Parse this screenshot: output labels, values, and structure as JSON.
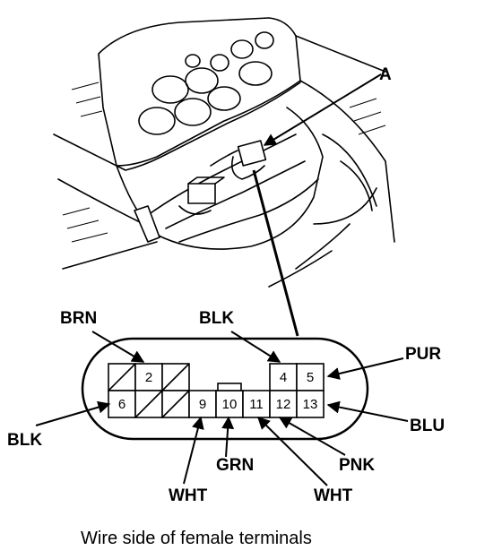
{
  "callout_a": "A",
  "connector": {
    "terminals": [
      {
        "num": "2"
      },
      {
        "num": "4"
      },
      {
        "num": "5"
      },
      {
        "num": "6"
      },
      {
        "num": "9"
      },
      {
        "num": "10"
      },
      {
        "num": "11"
      },
      {
        "num": "12"
      },
      {
        "num": "13"
      }
    ]
  },
  "wires": {
    "brn": "BRN",
    "blk_top": "BLK",
    "pur": "PUR",
    "blk_left": "BLK",
    "blu": "BLU",
    "grn": "GRN",
    "pnk": "PNK",
    "wht_9": "WHT",
    "wht_11": "WHT"
  },
  "caption": "Wire side of female terminals"
}
